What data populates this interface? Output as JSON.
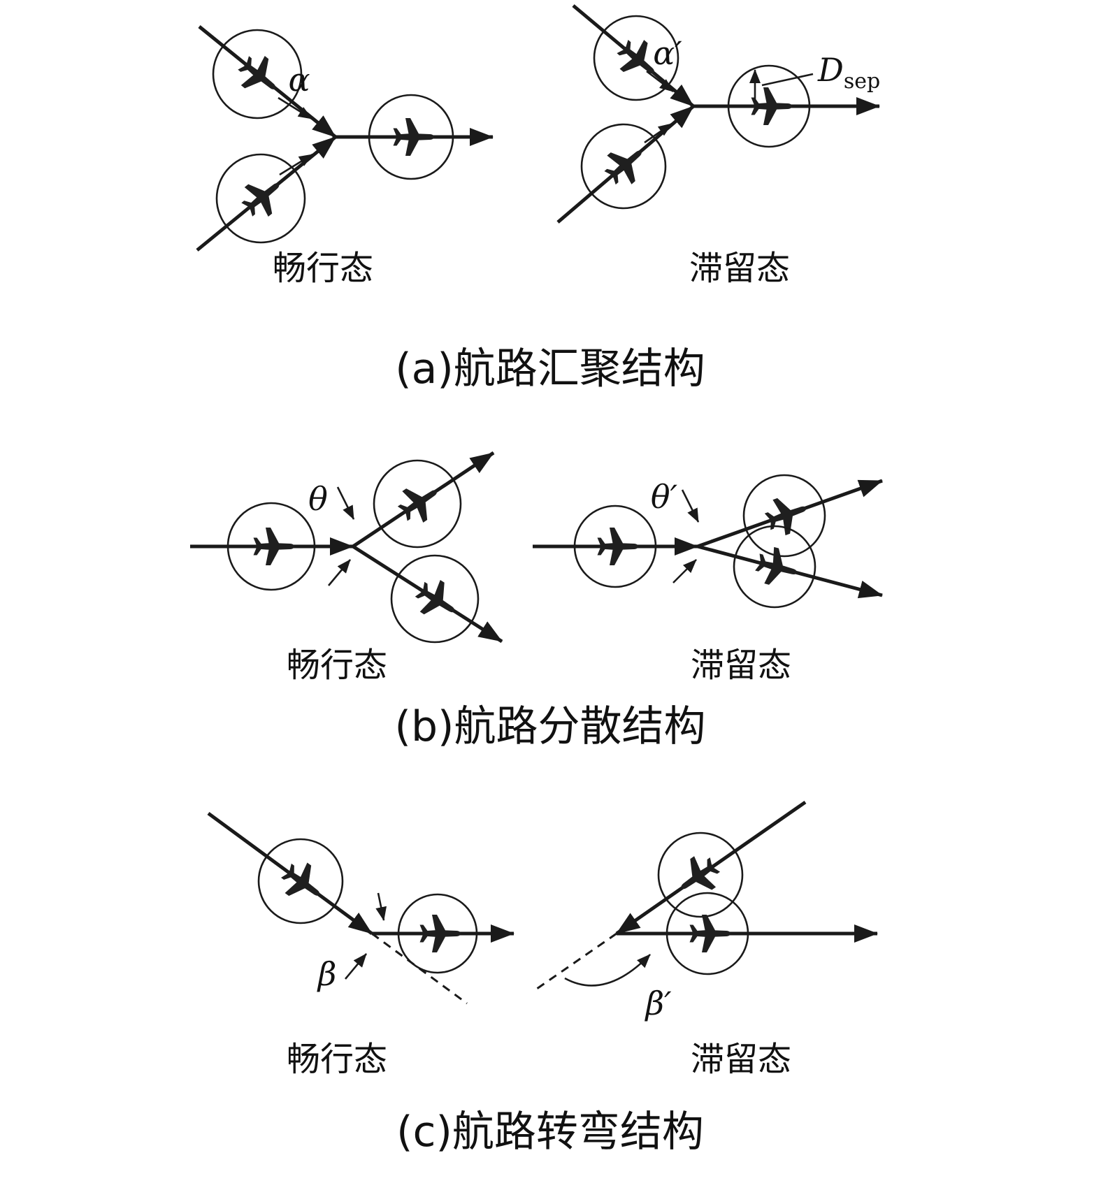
{
  "page": {
    "background": "#ffffff",
    "ink": "#1a1a1a"
  },
  "labels": {
    "free_flow": "畅行态",
    "congested": "滞留态"
  },
  "panel_a": {
    "caption": "(a)航路汇聚结构",
    "angle_free": "α",
    "angle_congested": "α′",
    "separation_symbol": "D",
    "separation_subscript": "sep"
  },
  "panel_b": {
    "caption": "(b)航路分散结构",
    "angle_free": "θ",
    "angle_congested": "θ′"
  },
  "panel_c": {
    "caption": "(c)航路转弯结构",
    "angle_free": "β",
    "angle_congested": "β′"
  }
}
